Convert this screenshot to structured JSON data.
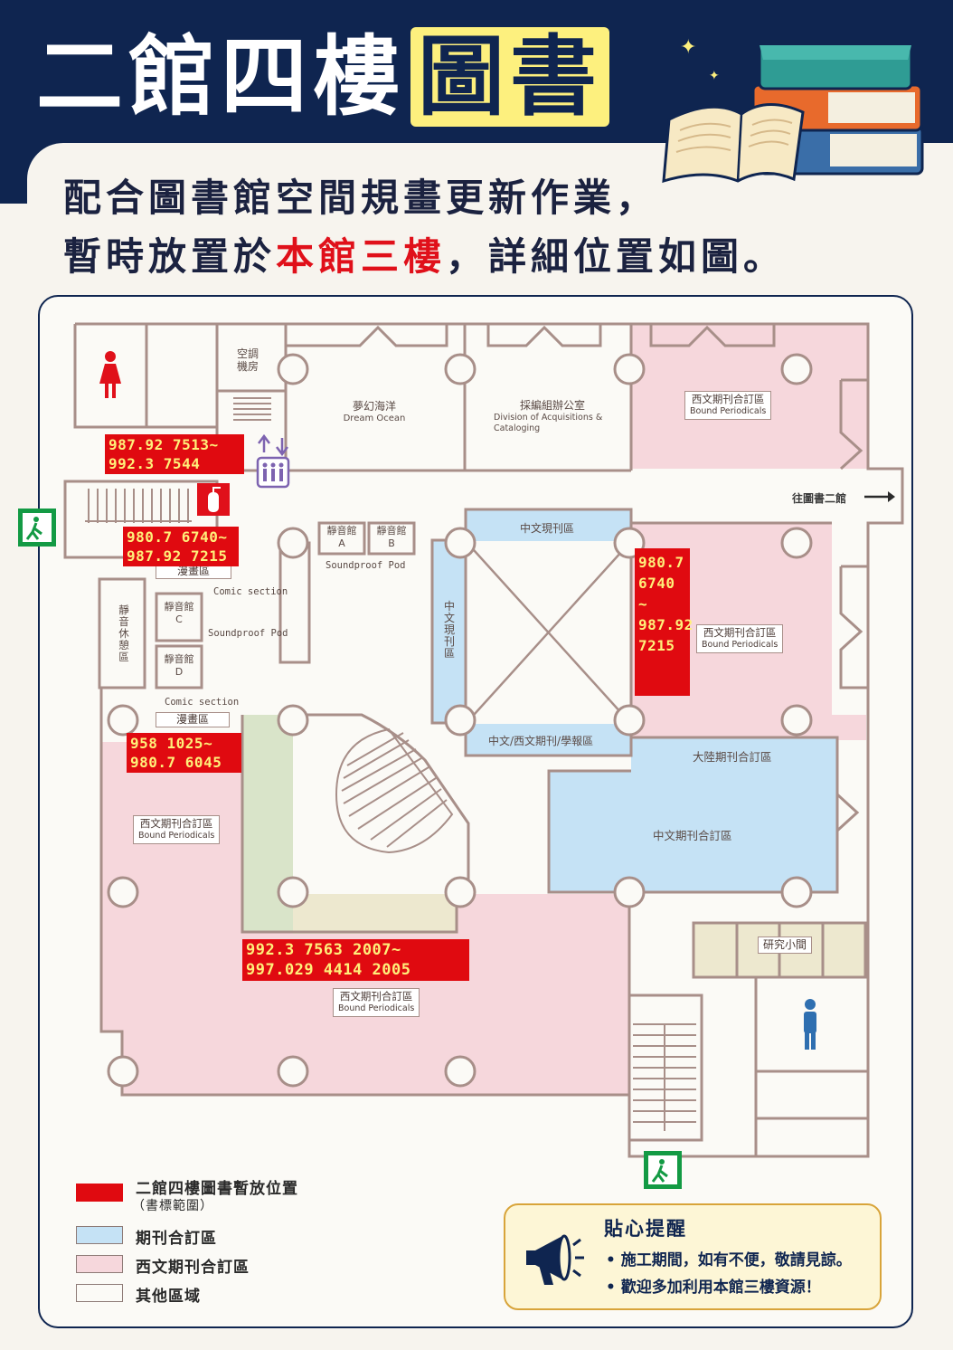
{
  "header": {
    "title_plain": "二館四樓",
    "title_highlight": "圖書",
    "subtitle_line1": "配合圖書館空間規畫更新作業，",
    "subtitle_line2_pre": "暫時放置於",
    "subtitle_line2_highlight": "本館三樓",
    "subtitle_line2_post": "，詳細位置如圖。"
  },
  "map": {
    "rooms": {
      "hvac": "空調\n機房",
      "dream_ocean_zh": "夢幻海洋",
      "dream_ocean_en": "Dream Ocean",
      "acq_zh": "採編組辦公室",
      "acq_en1": "Division of Acquisitions &",
      "acq_en2": "Cataloging",
      "bound_zh": "西文期刊合訂區",
      "bound_en": "Bound Periodicals",
      "to_library2": "往圖書二館",
      "pod_a": "靜音館\nA",
      "pod_b": "靜音館\nB",
      "pod_c": "靜音館\nC",
      "pod_d": "靜音館\nD",
      "soundproof_pod": "Soundproof Pod",
      "comic_zh": "漫畫區",
      "comic_en": "Comic section",
      "lounge": "靜\n音\n休\n憩\n區",
      "cn_current": "中文現刊區",
      "cn_current_v": "中\n文\n現\n刊\n區",
      "cn_west_news": "中文/西文期刊/學報區",
      "mainland_bound": "大陸期刊合訂區",
      "cn_bound": "中文期刊合訂區",
      "study_room": "研究小間"
    },
    "tags": {
      "t1": "987.92 7513~\n992.3 7544",
      "t2": "980.7 6740~\n987.92 7215",
      "t3": "980.7\n6740\n~\n987.92\n7215",
      "t4": "958 1025~\n980.7 6045",
      "t5": "992.3 7563 2007~\n997.029 4414 2005"
    }
  },
  "legend": {
    "item1": "二館四樓圖書暫放位置",
    "item1_note": "（書標範圍）",
    "item2": "期刊合訂區",
    "item3": "西文期刊合訂區",
    "item4": "其他區域"
  },
  "reminder": {
    "title": "貼心提醒",
    "line1": "• 施工期間，如有不便，敬請見諒。",
    "line2": "• 歡迎多加利用本館三樓資源！"
  },
  "colors": {
    "navy": "#0f2550",
    "highlight_yellow": "#fdf07e",
    "tag_red": "#e00a10",
    "periodical_blue": "#c5e2f5",
    "western_pink": "#f6d7dc",
    "green_zone": "#d9e4c9",
    "beige_zone": "#ede8cf"
  }
}
